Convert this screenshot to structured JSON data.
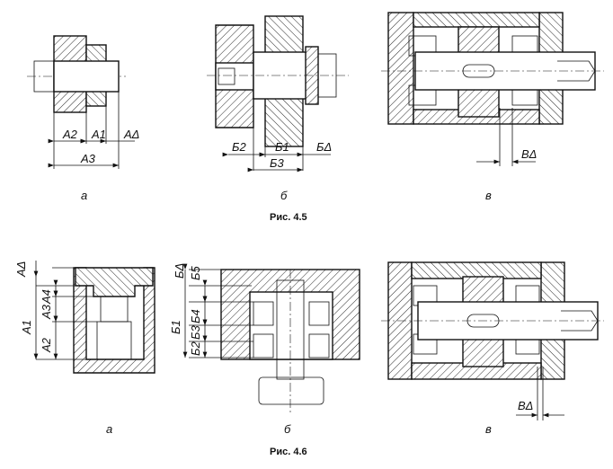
{
  "figure_top": {
    "caption": "Рис. 4.5",
    "panel_a": {
      "letter": "а",
      "labels": [
        "A2",
        "A1",
        "AΔ",
        "A3"
      ]
    },
    "panel_b": {
      "letter": "б",
      "labels": [
        "Б2",
        "Б1",
        "БΔ",
        "Б3"
      ]
    },
    "panel_v": {
      "letter": "в",
      "labels": [
        "BΔ"
      ]
    }
  },
  "figure_bottom": {
    "caption": "Рис. 4.6",
    "panel_a": {
      "letter": "а",
      "labels": [
        "AΔ",
        "A4",
        "A3",
        "A1",
        "A2"
      ]
    },
    "panel_b": {
      "letter": "б",
      "labels": [
        "БΔ",
        "Б5",
        "Б4",
        "Б1",
        "Б3",
        "Б2"
      ]
    },
    "panel_v": {
      "letter": "в",
      "labels": [
        "BΔ"
      ]
    }
  }
}
